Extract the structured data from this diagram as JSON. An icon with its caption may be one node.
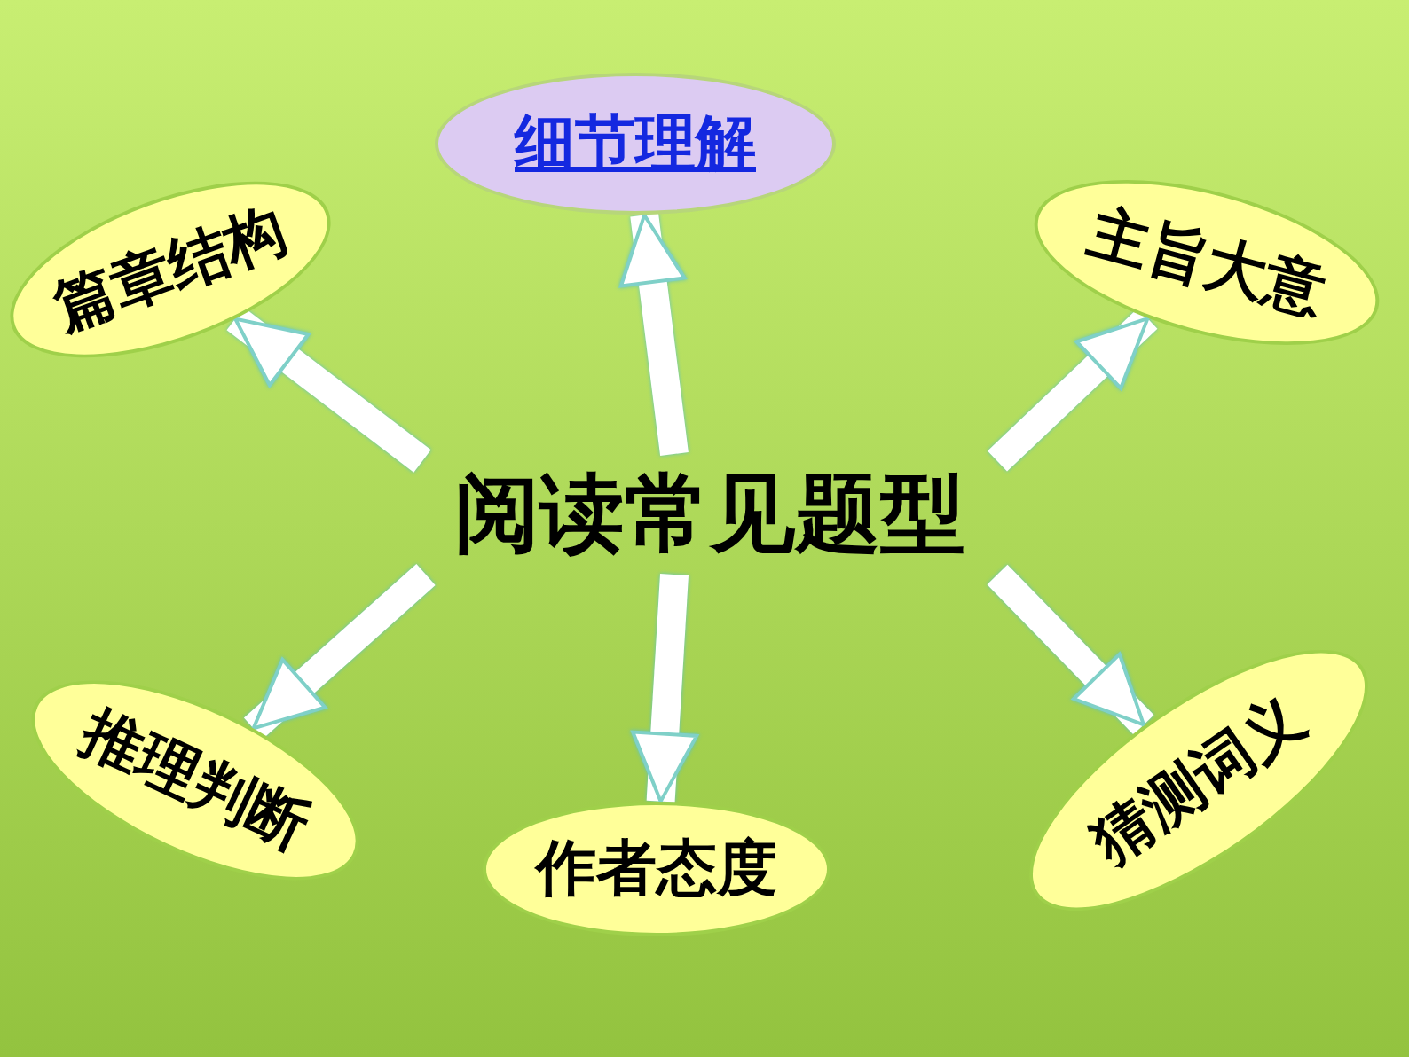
{
  "diagram": {
    "nodes": [
      {
        "text": [
          "细节理解"
        ]
      },
      {
        "text": [
          "篇章结构"
        ]
      },
      {
        "text": [
          "主旨大意"
        ]
      },
      {
        "text": [
          "阅读常见题型"
        ]
      },
      {
        "text": [
          "推理判断"
        ]
      },
      {
        "text": [
          "猜测词义"
        ]
      },
      {
        "text": [
          "作者态度"
        ]
      }
    ],
    "edges": [
      {
        "from": 3,
        "to": 0,
        "arrow": "to"
      },
      {
        "from": 3,
        "to": 1,
        "arrow": "to"
      },
      {
        "from": 3,
        "to": 2,
        "arrow": "to"
      },
      {
        "from": 3,
        "to": 4,
        "arrow": "to"
      },
      {
        "from": 3,
        "to": 5,
        "arrow": "to"
      },
      {
        "from": 3,
        "to": 6,
        "arrow": "to"
      }
    ]
  }
}
